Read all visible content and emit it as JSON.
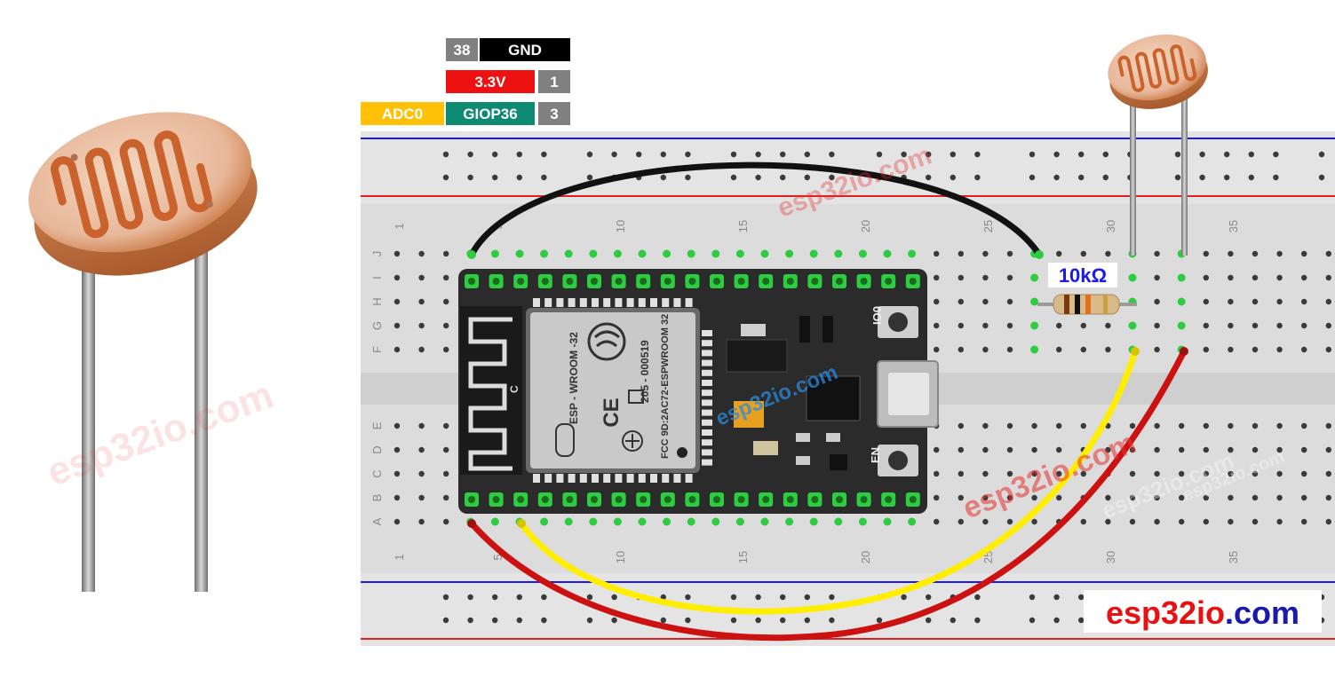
{
  "pin_legend": {
    "rows": [
      {
        "left_tag": "",
        "pin_number": "38",
        "label": "GND",
        "label_color": "#000000"
      },
      {
        "left_tag": "",
        "pin_number": "1",
        "label": "3.3V",
        "label_color": "#ee1111"
      },
      {
        "left_tag": "ADC0",
        "pin_number": "3",
        "label": "GIOP36",
        "label_color": "#0e8a72"
      }
    ],
    "colors": {
      "pin_number_bg": "#808080",
      "adc_bg": "#ffc107"
    }
  },
  "breadboard": {
    "row_letters_top": [
      "J",
      "I",
      "H",
      "G",
      "F"
    ],
    "row_letters_bottom": [
      "E",
      "D",
      "C",
      "B",
      "A"
    ],
    "column_numbers": [
      "1",
      "5",
      "10",
      "15",
      "20",
      "25",
      "30",
      "35"
    ],
    "colors": {
      "body": "#dcdcdc",
      "rail_red": "#e02020",
      "rail_blue": "#1a1aee",
      "hole": "#3a3a3a",
      "used_hole": "#2ecc40"
    }
  },
  "esp32_board": {
    "module_labels": [
      "ESP - WROOM -32",
      "205 - 000519",
      "FCC 9D:2AC72-ESPWROOM 32"
    ],
    "button_labels": [
      "IO0",
      "EN"
    ],
    "antenna_mark": "C"
  },
  "resistor": {
    "label": "10kΩ",
    "label_color": "#1a1aee"
  },
  "wires": {
    "gnd": "#111111",
    "power": "#cc1111",
    "signal": "#ffee00"
  },
  "watermarks": [
    "esp32io.com",
    "esp32io.com",
    "esp32io.com",
    "esp32io.com",
    "esp32io.com",
    "esp32io.com"
  ],
  "brand": {
    "part1": "esp32io",
    "part2": ".com",
    "color1": "#e81010",
    "color2": "#1a1aaa"
  }
}
